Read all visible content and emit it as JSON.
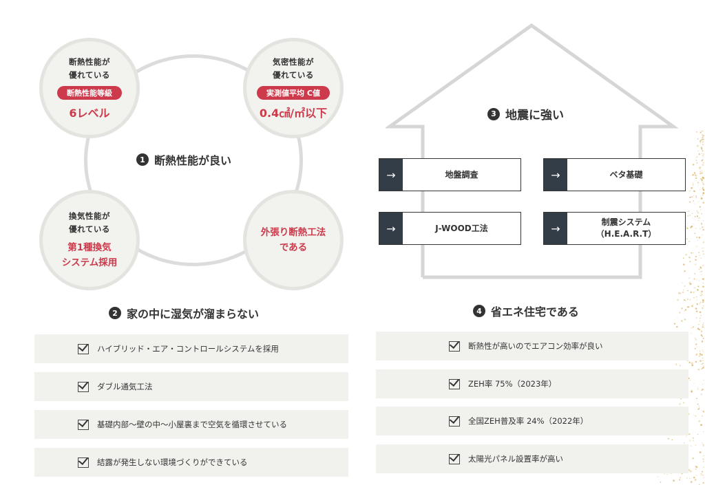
{
  "sections": {
    "insulation": {
      "number": "1",
      "title": "断熱性能が良い",
      "circles": {
        "thermal": {
          "line1": "断熱性能が",
          "line2": "優れている",
          "badge": "断熱性能等級",
          "value": "6レベル"
        },
        "airtight": {
          "line1": "気密性能が",
          "line2": "優れている",
          "badge": "実測値平均 C値",
          "value": "0.4㎠/㎡以下"
        },
        "ventilation": {
          "line1": "換気性能が",
          "line2": "優れている",
          "value_line1": "第1種換気",
          "value_line2": "システム採用"
        },
        "exterior": {
          "line1": "外張り断熱工法",
          "line2": "である"
        }
      }
    },
    "humidity": {
      "number": "2",
      "title": "家の中に湿気が溜まらない",
      "items": [
        "ハイブリッド・エア・コントロールシステムを採用",
        "ダブル通気工法",
        "基礎内部〜壁の中〜小屋裏まで空気を循環させている",
        "結露が発生しない環境づくりができている"
      ]
    },
    "earthquake": {
      "number": "3",
      "title": "地震に強い",
      "items": {
        "a": {
          "line1": "地盤調査"
        },
        "b": {
          "line1": "ベタ基礎"
        },
        "c": {
          "line1": "J-WOOD工法"
        },
        "d": {
          "line1": "制震システム",
          "line2": "（H.E.A.R.T）"
        }
      },
      "arrow_glyph": "→"
    },
    "energy": {
      "number": "4",
      "title": "省エネ住宅である",
      "items": [
        "断熱性が高いのでエアコン効率が良い",
        "ZEH率 75%（2023年）",
        "全国ZEH普及率 24%（2022年）",
        "太陽光パネル設置率が高い"
      ]
    }
  },
  "colors": {
    "accent": "#cc3a4b",
    "dark": "#333d47",
    "panel": "#f1f1ee",
    "gold": "#d9b56a"
  }
}
